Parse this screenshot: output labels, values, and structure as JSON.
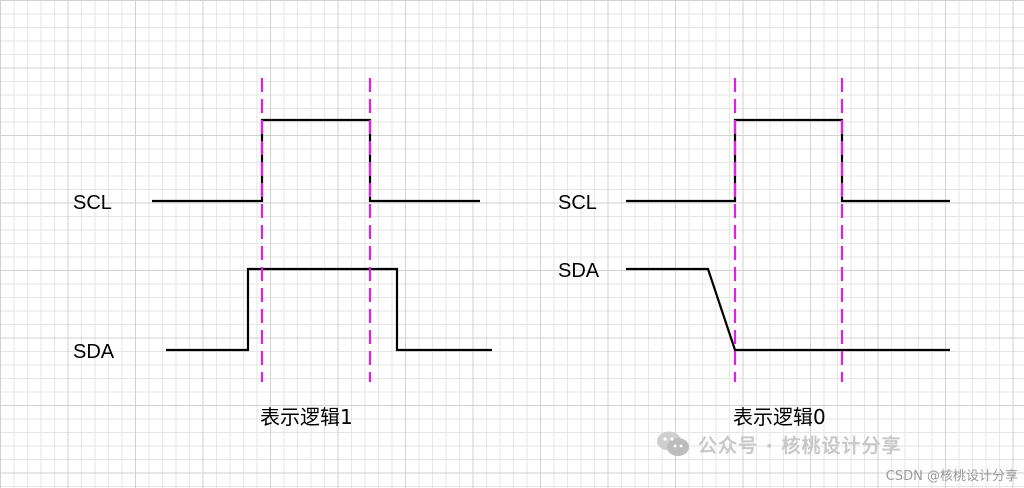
{
  "panels": [
    {
      "caption": "表示逻辑1",
      "scl_label": "SCL",
      "sda_label": "SDA"
    },
    {
      "caption": "表示逻辑0",
      "scl_label": "SCL",
      "sda_label": "SDA"
    }
  ],
  "colors": {
    "guide": "#e020e0",
    "wave": "#000000"
  },
  "watermark": {
    "icon": "wechat-icon",
    "text": "公众号 · 核桃设计分享"
  },
  "credit": "CSDN @核桃设计分享"
}
